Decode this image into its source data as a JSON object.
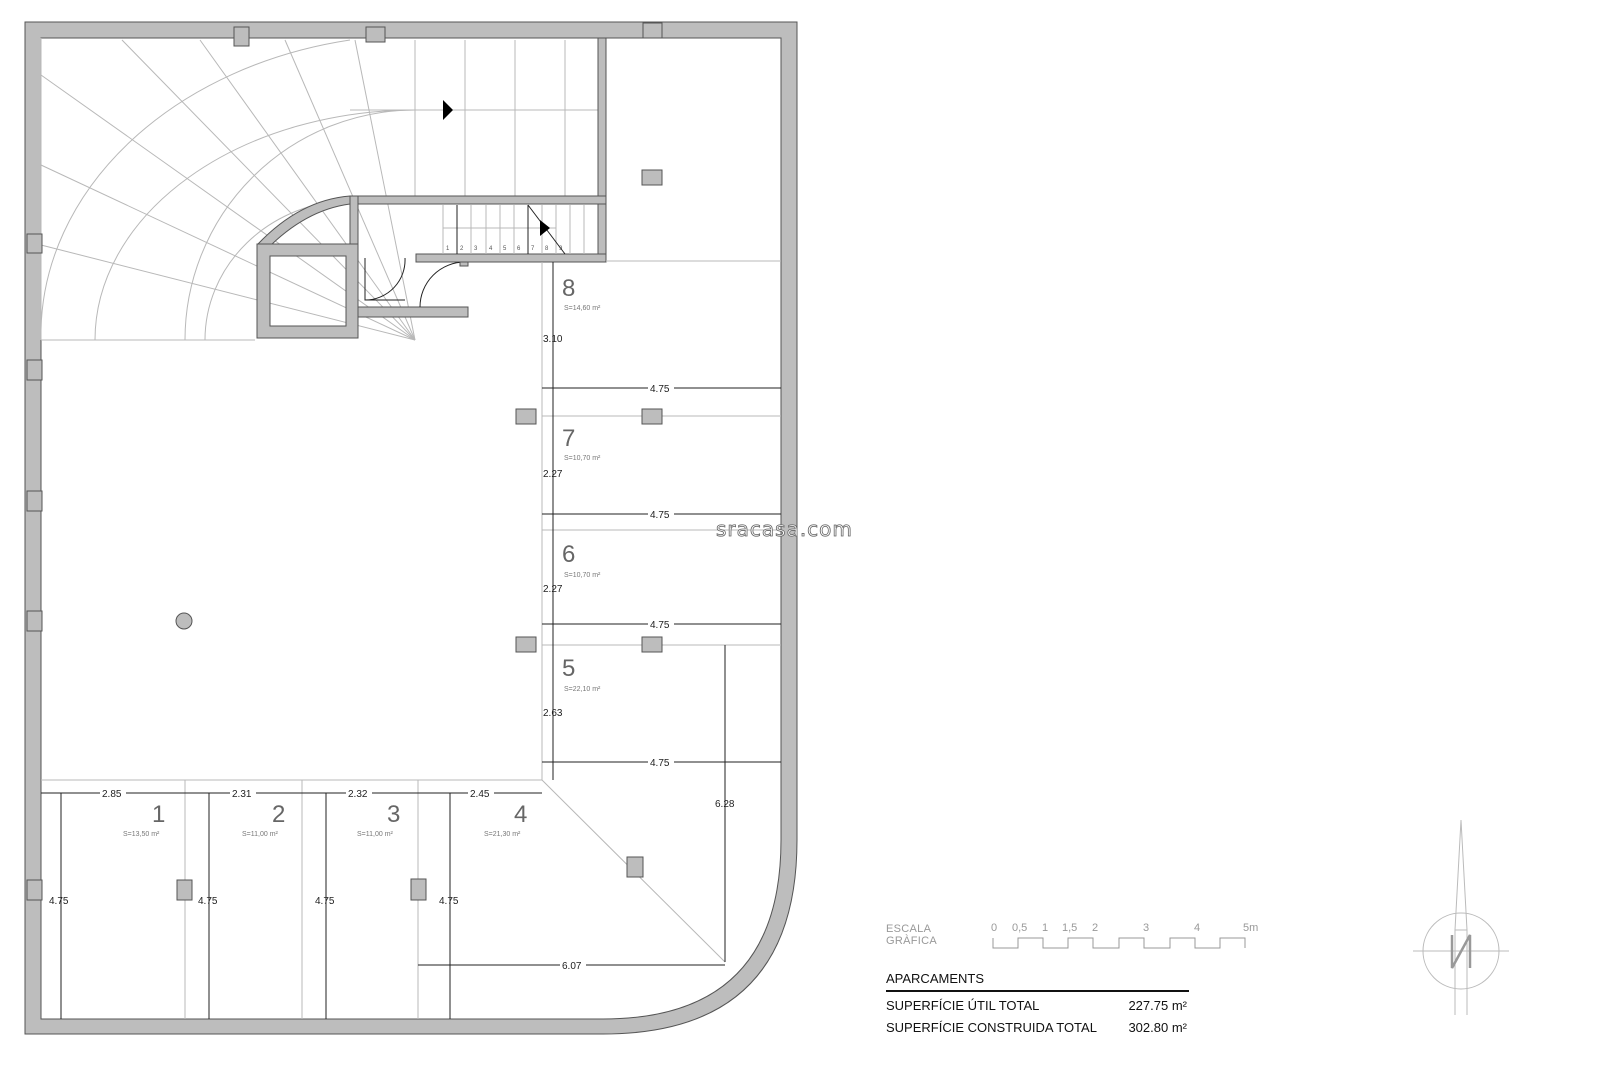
{
  "plan": {
    "watermark": "sracasa.com",
    "wall_color": "#bdbdbd",
    "stair_steps": [
      "1",
      "2",
      "3",
      "4",
      "5",
      "6",
      "7",
      "8",
      "9"
    ],
    "spots": [
      {
        "id": "1",
        "area": "S=13,50 m²"
      },
      {
        "id": "2",
        "area": "S=11,00 m²"
      },
      {
        "id": "3",
        "area": "S=11,00 m²"
      },
      {
        "id": "4",
        "area": "S=21,30 m²"
      },
      {
        "id": "5",
        "area": "S=22,10 m²"
      },
      {
        "id": "6",
        "area": "S=10,70 m²"
      },
      {
        "id": "7",
        "area": "S=10,70 m²"
      },
      {
        "id": "8",
        "area": "S=14,60 m²"
      }
    ],
    "dimensions": {
      "spot8_depth": "3.10",
      "spot7_depth": "2.27",
      "spot6_depth": "2.27",
      "spot5_depth": "2.63",
      "right_width_1": "4.75",
      "right_width_2": "4.75",
      "right_width_3": "4.75",
      "right_width_4": "4.75",
      "spot1_width": "2.85",
      "spot2_width": "2.31",
      "spot3_width": "2.32",
      "spot4_width": "2.45",
      "bottom_depth_1": "4.75",
      "bottom_depth_2": "4.75",
      "bottom_depth_3": "4.75",
      "bottom_depth_4": "4.75",
      "diag_height": "6.28",
      "diag_width": "6.07"
    }
  },
  "scale": {
    "label": "ESCALA GRÀFICA",
    "ticks": [
      "0",
      "0,5",
      "1",
      "1,5",
      "2",
      "3",
      "4",
      "5m"
    ]
  },
  "summary": {
    "title": "APARCAMENTS",
    "rows": [
      {
        "label": "SUPERFÍCIE ÚTIL TOTAL",
        "value": "227.75 m²"
      },
      {
        "label": "SUPERFÍCIE CONSTRUIDA TOTAL",
        "value": "302.80 m²"
      }
    ]
  },
  "compass": {
    "label": "N"
  }
}
